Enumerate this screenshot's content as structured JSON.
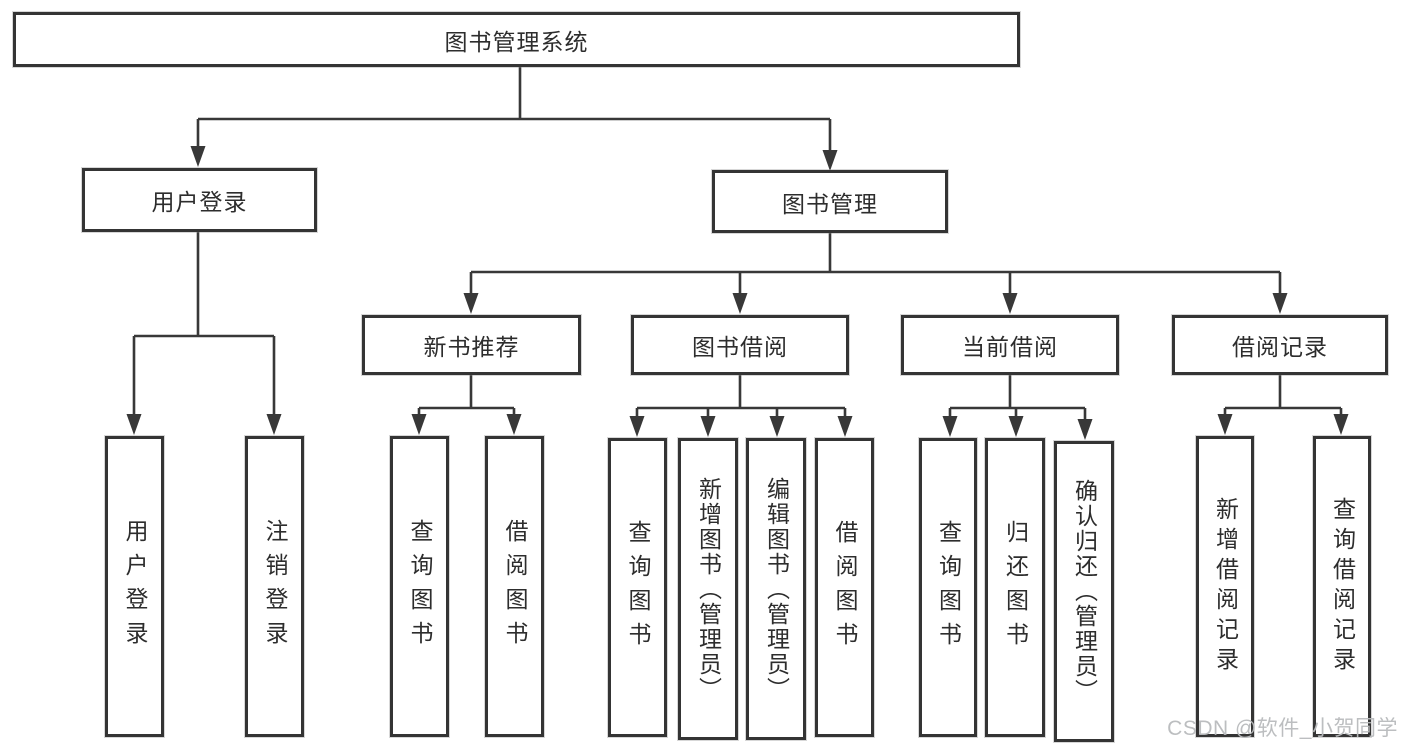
{
  "diagram_title": "图书管理系统",
  "watermark": "CSDN @软件_小贺同学",
  "colors": {
    "background": "#ffffff",
    "line": "#383838",
    "box_border": "#343434",
    "text": "#2d2d2d",
    "watermark_text": "#b9bbbd"
  },
  "nodes": {
    "root": {
      "label": "图书管理系统"
    },
    "level2": [
      {
        "label": "用户登录"
      },
      {
        "label": "图书管理"
      }
    ],
    "level3": [
      {
        "label": "新书推荐"
      },
      {
        "label": "图书借阅"
      },
      {
        "label": "当前借阅"
      },
      {
        "label": "借阅记录"
      }
    ],
    "leaves": {
      "user_login": [
        {
          "label": "用户登录"
        },
        {
          "label": "注销登录"
        }
      ],
      "new_book": [
        {
          "label": "查询图书"
        },
        {
          "label": "借阅图书"
        }
      ],
      "book_borrow": [
        {
          "label": "查询图书"
        },
        {
          "label": "新增图书（管理员）"
        },
        {
          "label": "编辑图书（管理员）"
        },
        {
          "label": "借阅图书"
        }
      ],
      "current_borrow": [
        {
          "label": "查询图书"
        },
        {
          "label": "归还图书"
        },
        {
          "label": "确认归还（管理员）"
        }
      ],
      "borrow_records": [
        {
          "label": "新增借阅记录"
        },
        {
          "label": "查询借阅记录"
        }
      ]
    }
  }
}
